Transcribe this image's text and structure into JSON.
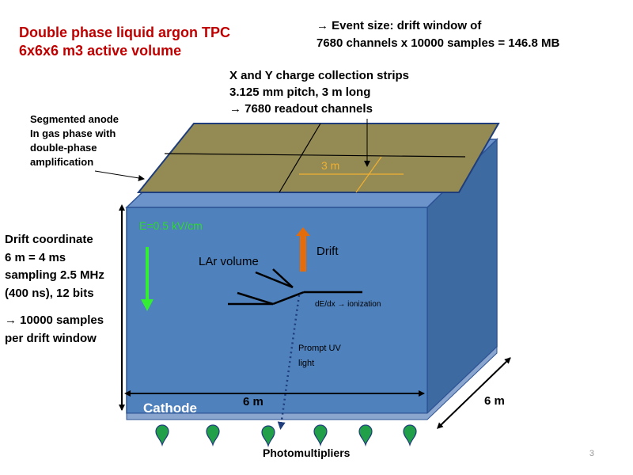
{
  "title": {
    "line1": "Double phase liquid argon TPC",
    "line2": "6x6x6 m3 active volume"
  },
  "event_size": {
    "line1": "Event size: drift window of",
    "line2": "7680 channels x 10000 samples = 146.8 MB"
  },
  "strips": {
    "line1": "X and Y  charge collection strips",
    "line2": "3.125 mm pitch, 3 m long",
    "line3": "7680 readout channels"
  },
  "anode": {
    "line1": "Segmented anode",
    "line2": "In gas phase with",
    "line3": "double-phase",
    "line4": "amplification"
  },
  "drift_coord": {
    "line1": "Drift coordinate",
    "line2": "6 m = 4 ms",
    "line3": "sampling 2.5 MHz",
    "line4": "(400 ns), 12 bits",
    "line5": "10000 samples",
    "line6": "per drift window"
  },
  "diagram": {
    "strip_length": "3 m",
    "field": "E=0.5 kV/cm",
    "drift": "Drift",
    "volume": "LAr volume",
    "ionization_prefix": "dE/dx",
    "ionization_suffix": "ionization",
    "prompt_line1": "Prompt UV",
    "prompt_line2": "light",
    "width": "6 m",
    "depth": "6 m",
    "cathode": "Cathode",
    "photomultipliers": "Photomultipliers"
  },
  "page_number": "3",
  "colors": {
    "title": "#c00000",
    "box_front": "#4f81bd",
    "box_side": "#3d6aa1",
    "box_top": "#6d93cb",
    "anode_plate": "#948a54",
    "strip_line": "#f0b030",
    "field_arrow": "#33ee33",
    "field_text": "#2ddb2d",
    "drift_arrow": "#e46c0a",
    "pmt": "#21a049",
    "prompt_line": "#1f3d7a"
  }
}
